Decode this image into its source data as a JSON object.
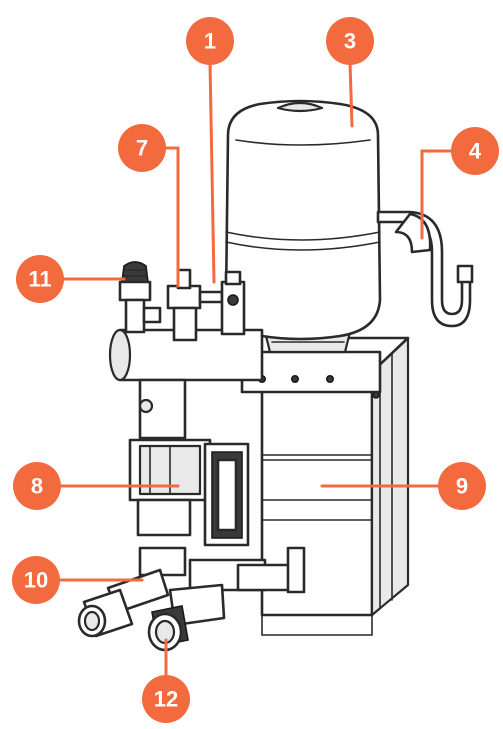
{
  "callouts": [
    {
      "id": "1",
      "label": "1"
    },
    {
      "id": "3",
      "label": "3"
    },
    {
      "id": "4",
      "label": "4"
    },
    {
      "id": "7",
      "label": "7"
    },
    {
      "id": "11",
      "label": "11"
    },
    {
      "id": "8",
      "label": "8"
    },
    {
      "id": "9",
      "label": "9"
    },
    {
      "id": "10",
      "label": "10"
    },
    {
      "id": "12",
      "label": "12"
    }
  ],
  "colors": {
    "callout": "#f26a3d",
    "line_art": "#2a2a2a",
    "background": "#ffffff"
  }
}
